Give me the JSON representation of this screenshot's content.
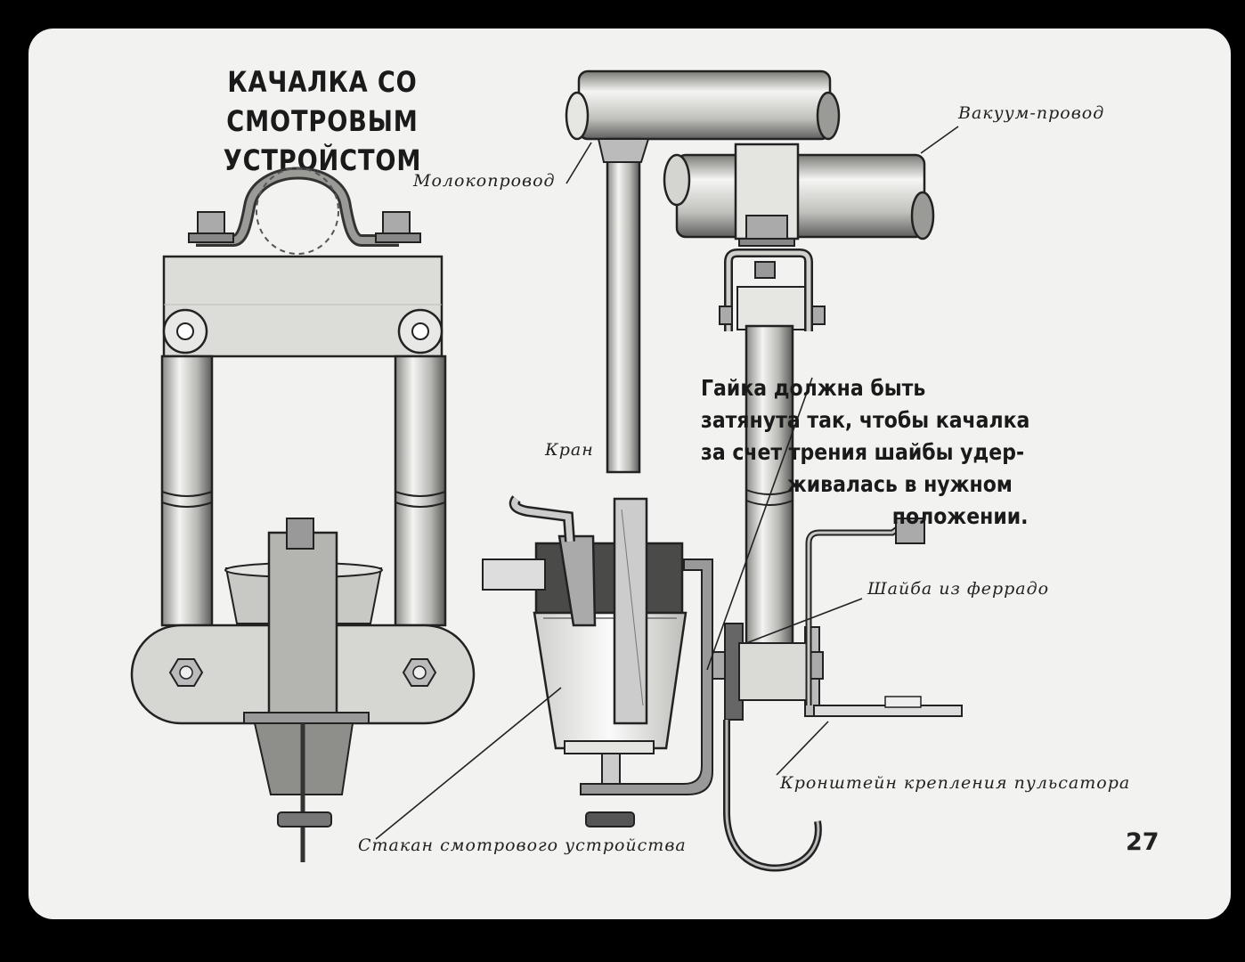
{
  "title": {
    "line1": "КАЧАЛКА СО СМОТРОВЫМ",
    "line2": "УСТРОЙСТОМ"
  },
  "labels": {
    "milk_line": "Молокопровод",
    "vacuum_line": "Вакуум-провод",
    "valve": "Кран",
    "washer": "Шайба из феррадо",
    "bracket": "Кронштейн крепления пульсатора",
    "glass": "Стакан смотрового устройства"
  },
  "note": {
    "lines": [
      "Гайка должна быть",
      "затянута так, чтобы качалка",
      "за счет трения шайбы удер-",
      "живалась в нужном",
      "положении."
    ]
  },
  "page_number": "27"
}
